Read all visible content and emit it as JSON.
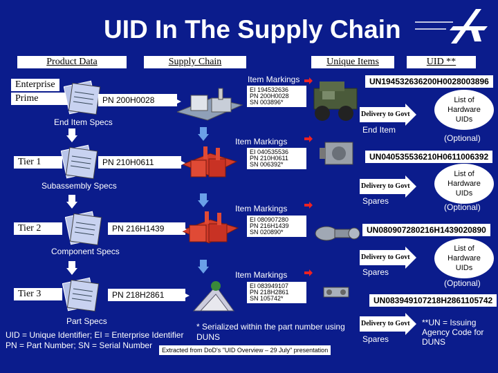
{
  "title": "UID In The Supply Chain",
  "headers": {
    "product_data": "Product Data",
    "supply_chain": "Supply Chain",
    "unique_items": "Unique Items",
    "uid": "UID **"
  },
  "tiers": [
    {
      "label": "Enterprise",
      "label2": "Prime",
      "pn": "PN 200H0028",
      "specs": "End Item Specs",
      "item_markings": "Item  Markings",
      "marking_lines": [
        "EI 194532636",
        "PN 200H0028",
        "SN 003896*"
      ],
      "uid": "UN194532636200H0028003896",
      "item_type": "End Item"
    },
    {
      "label": "Tier 1",
      "pn": "PN 210H0611",
      "specs": "Subassembly Specs",
      "item_markings": "Item Markings",
      "marking_lines": [
        "EI 040535536",
        "PN 210H0611",
        "SN 006392*"
      ],
      "uid": "UN040535536210H0611006392",
      "item_type": "Spares"
    },
    {
      "label": "Tier 2",
      "pn": "PN 216H1439",
      "specs": "Component Specs",
      "item_markings": "Item Markings",
      "marking_lines": [
        "EI 080907280",
        "PN 216H1439",
        "SN 020890*"
      ],
      "uid": "UN080907280216H1439020890",
      "item_type": "Spares"
    },
    {
      "label": "Tier 3",
      "pn": "PN 218H2861",
      "specs": "Part Specs",
      "item_markings": "Item Markings",
      "marking_lines": [
        "EI 083949107",
        "PN 218H2861",
        "SN 105742*"
      ],
      "uid": "UN083949107218H2861105742",
      "item_type": "Spares"
    }
  ],
  "delivery_label": "Delivery to Govt",
  "list_label": "List of Hardware UIDs",
  "optional_label": "(Optional)",
  "legend_line1": "UID = Unique Identifier; EI = Enterprise Identifier",
  "legend_line2": "PN = Part Number; SN = Serial Number",
  "serialized_note": "* Serialized within the part number using DUNS",
  "un_note": "**UN = Issuing Agency Code for DUNS",
  "credit": "Extracted from DoD's \"UID Overview – 29 July\" presentation",
  "colors": {
    "background": "#0b1c8c",
    "text": "#ffffff",
    "oval": "#ffffff"
  }
}
